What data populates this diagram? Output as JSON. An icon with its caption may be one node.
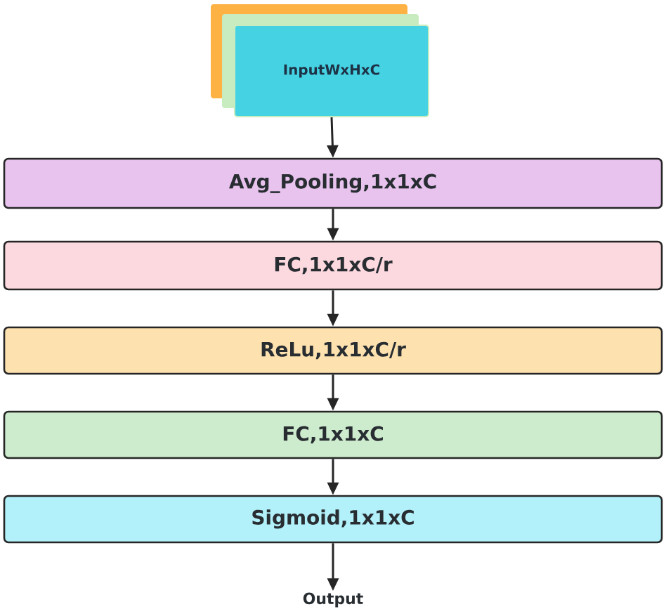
{
  "diagram": {
    "nodes": [
      {
        "text": [
          "InputWxHxC"
        ]
      },
      {
        "text": [
          "Avg_Pooling,1x1xC"
        ]
      },
      {
        "text": [
          "FC,1x1xC/r"
        ]
      },
      {
        "text": [
          "ReLu,1x1xC/r"
        ]
      },
      {
        "text": [
          "FC,1x1xC"
        ]
      },
      {
        "text": [
          "Sigmoid,1x1xC"
        ]
      },
      {
        "text": [
          "Output"
        ]
      }
    ],
    "edges": [
      {
        "from": 0,
        "to": 1,
        "arrow": "to"
      },
      {
        "from": 1,
        "to": 2,
        "arrow": "to"
      },
      {
        "from": 2,
        "to": 3,
        "arrow": "to"
      },
      {
        "from": 3,
        "to": 4,
        "arrow": "to"
      },
      {
        "from": 4,
        "to": 5,
        "arrow": "to"
      },
      {
        "from": 5,
        "to": 6,
        "arrow": "to"
      }
    ]
  }
}
